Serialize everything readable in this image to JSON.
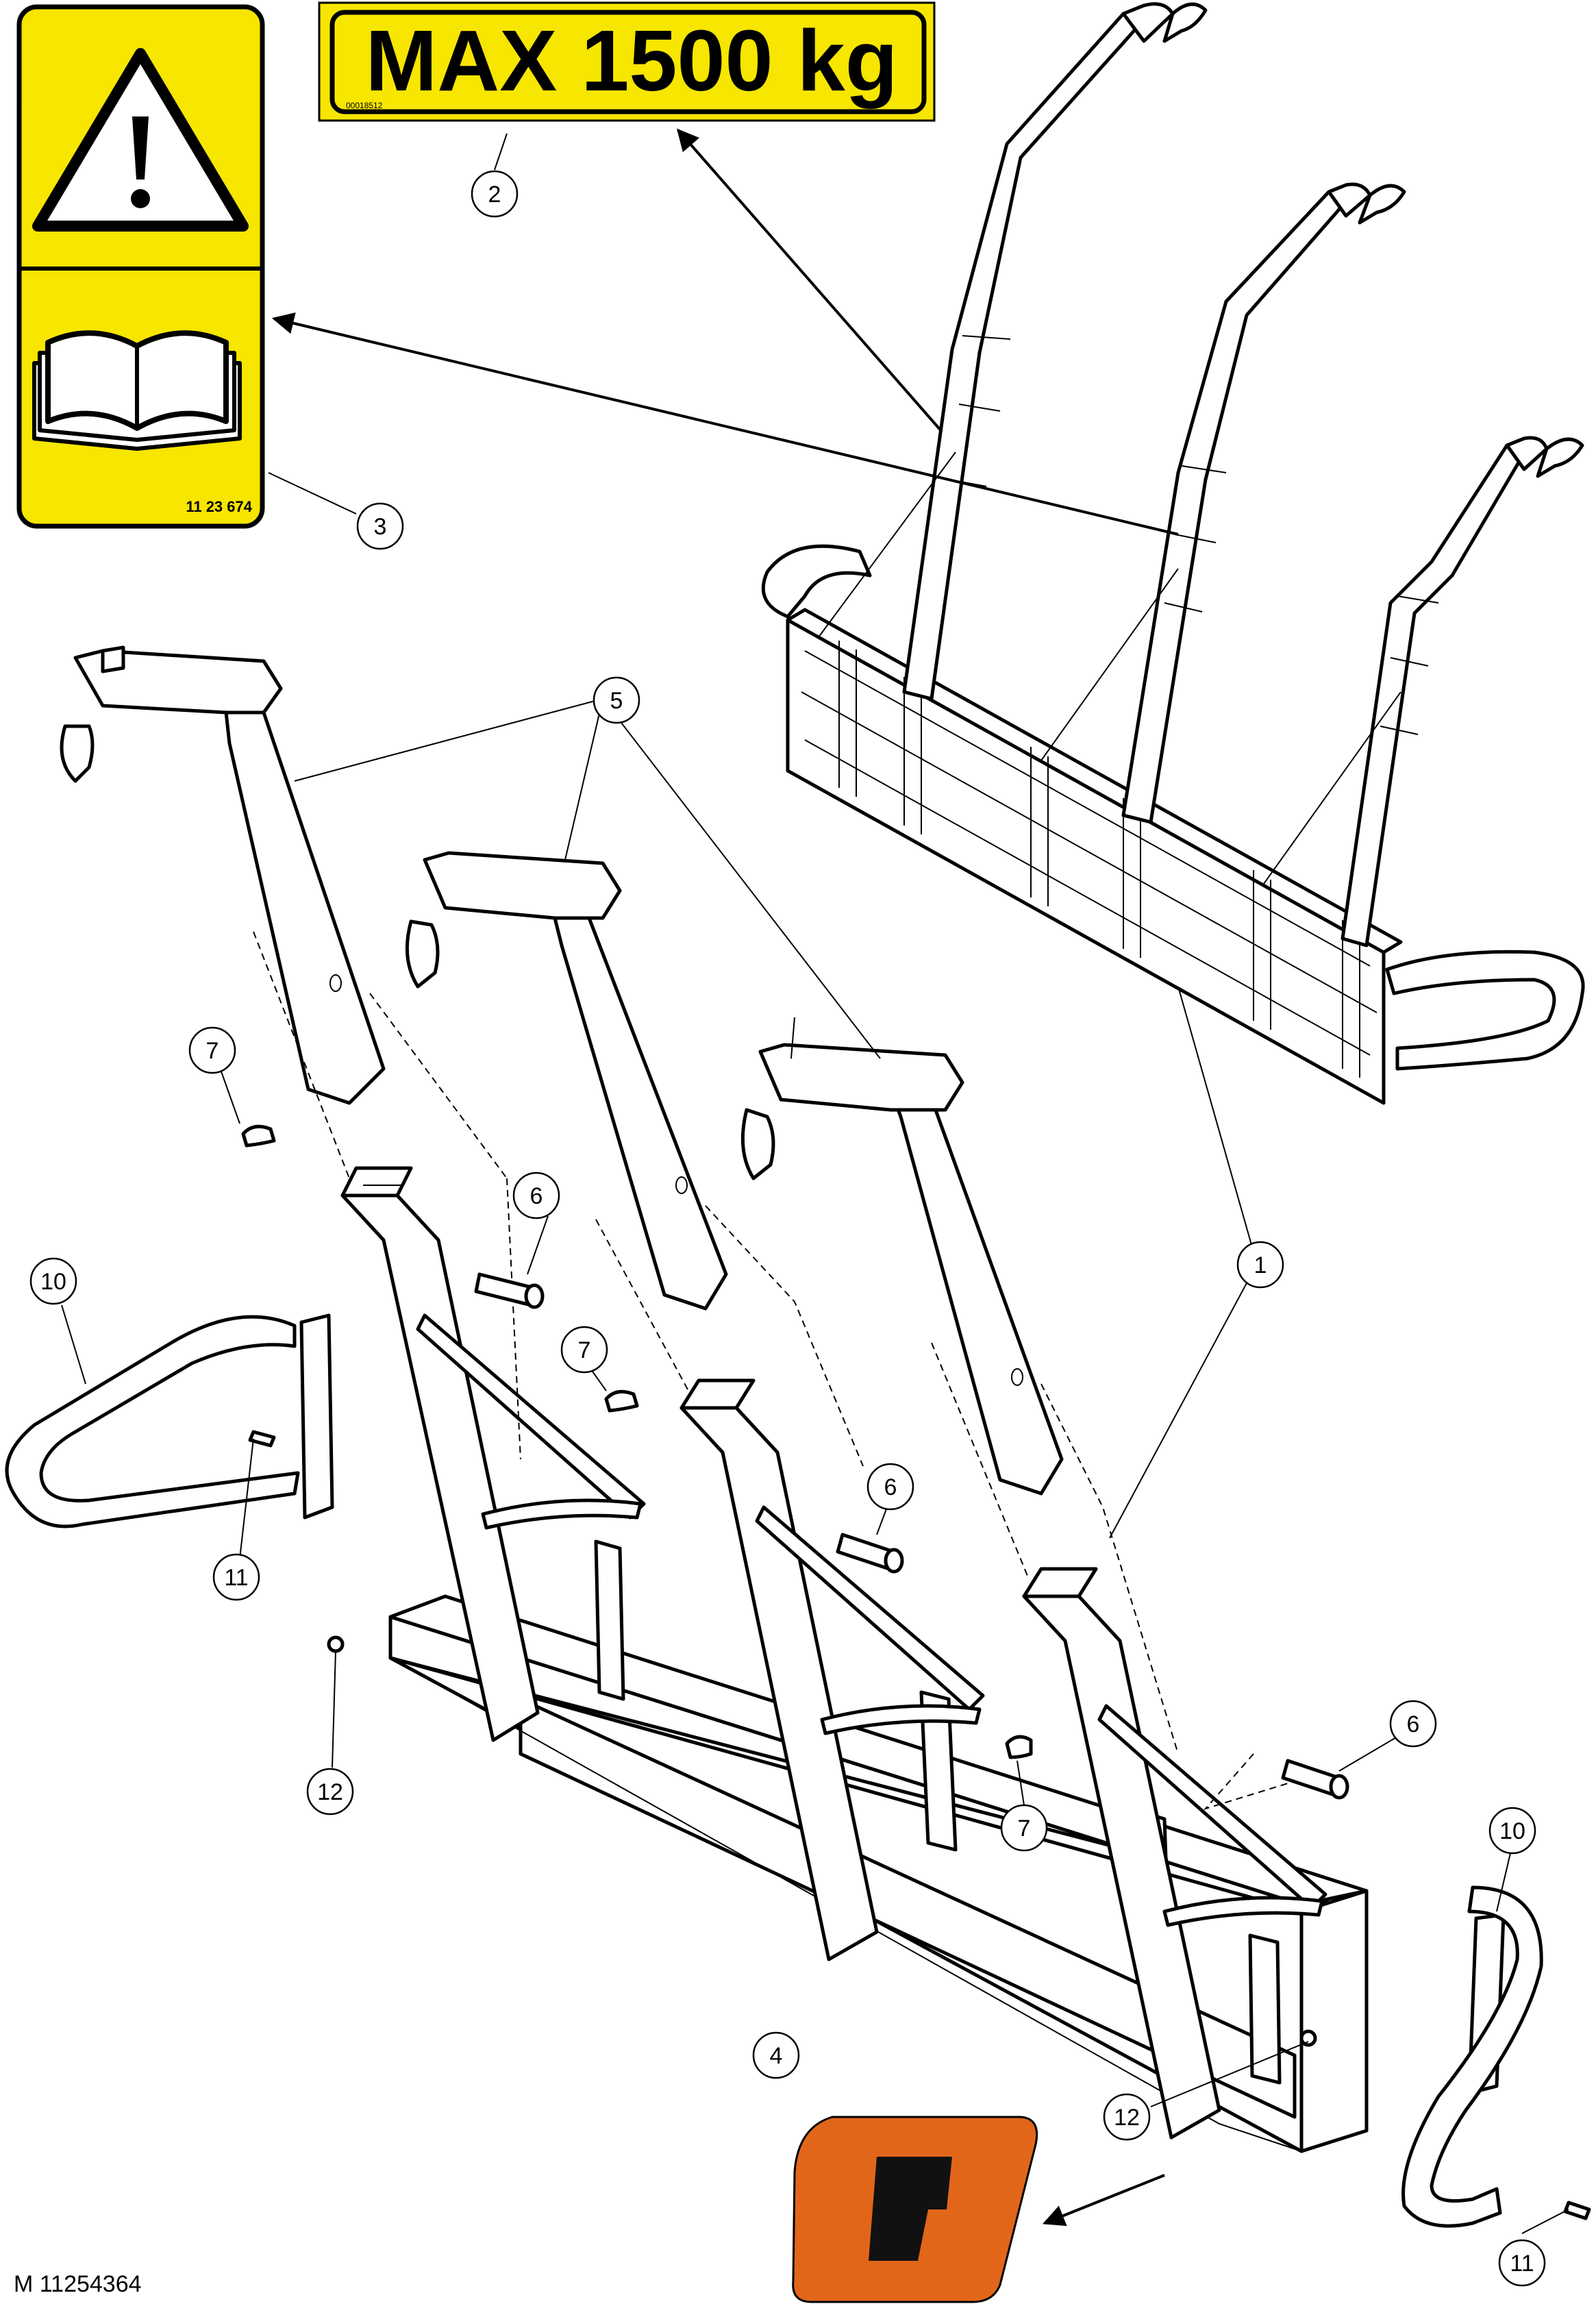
{
  "label_max": {
    "text": "MAX 1500 kg",
    "code": "00018512",
    "color": "#f7e600"
  },
  "label_warning": {
    "code": "11 23 674",
    "color": "#f7e600"
  },
  "logo": {
    "color": "#e2661a"
  },
  "figure_id": "M 11254364",
  "callouts": [
    {
      "id": "c1",
      "text": "1"
    },
    {
      "id": "c2",
      "text": "2"
    },
    {
      "id": "c3",
      "text": "3"
    },
    {
      "id": "c4",
      "text": "4"
    },
    {
      "id": "c5",
      "text": "5"
    },
    {
      "id": "c6a",
      "text": "6"
    },
    {
      "id": "c6b",
      "text": "6"
    },
    {
      "id": "c6c",
      "text": "6"
    },
    {
      "id": "c7a",
      "text": "7"
    },
    {
      "id": "c7b",
      "text": "7"
    },
    {
      "id": "c7c",
      "text": "7"
    },
    {
      "id": "c10a",
      "text": "10"
    },
    {
      "id": "c10b",
      "text": "10"
    },
    {
      "id": "c11a",
      "text": "11"
    },
    {
      "id": "c11b",
      "text": "11"
    },
    {
      "id": "c12a",
      "text": "12"
    },
    {
      "id": "c12b",
      "text": "12"
    }
  ]
}
